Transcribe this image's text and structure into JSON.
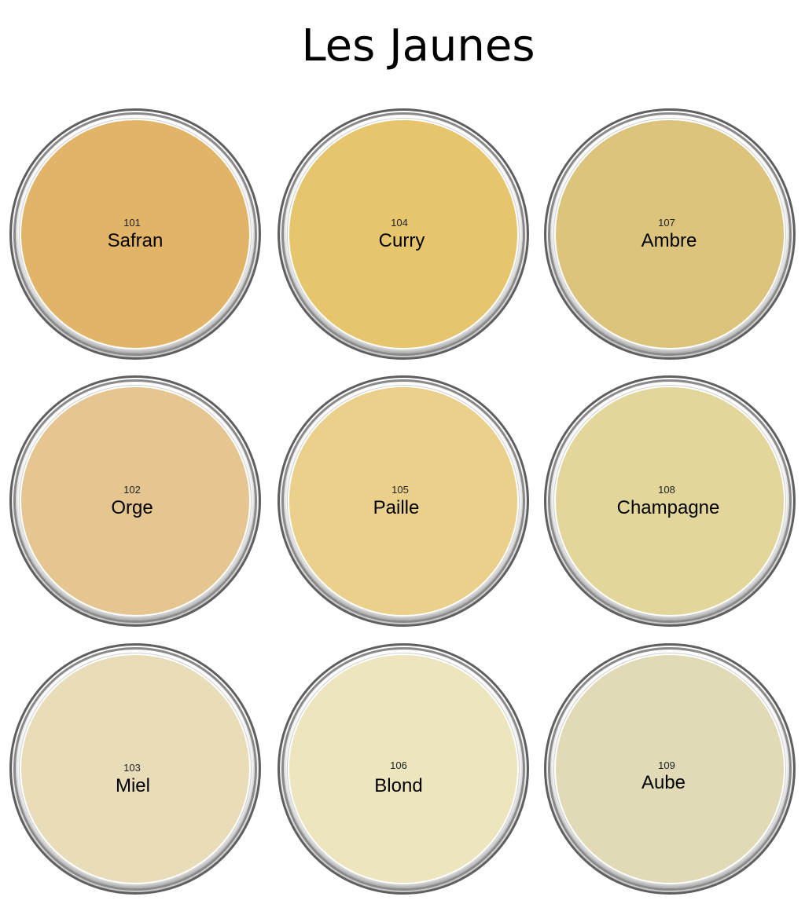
{
  "title": "Les Jaunes",
  "swatches": [
    {
      "code": "101",
      "name": "Safran",
      "color": "#e2b467"
    },
    {
      "code": "104",
      "name": "Curry",
      "color": "#e6c56d"
    },
    {
      "code": "107",
      "name": "Ambre",
      "color": "#dcc47d"
    },
    {
      "code": "102",
      "name": "Orge",
      "color": "#e5c590"
    },
    {
      "code": "105",
      "name": "Paille",
      "color": "#ebd08b"
    },
    {
      "code": "108",
      "name": "Champagne",
      "color": "#e3d69b"
    },
    {
      "code": "103",
      "name": "Miel",
      "color": "#e9dcb8"
    },
    {
      "code": "106",
      "name": "Blond",
      "color": "#ede5be"
    },
    {
      "code": "109",
      "name": "Aube",
      "color": "#e1dab6"
    }
  ]
}
